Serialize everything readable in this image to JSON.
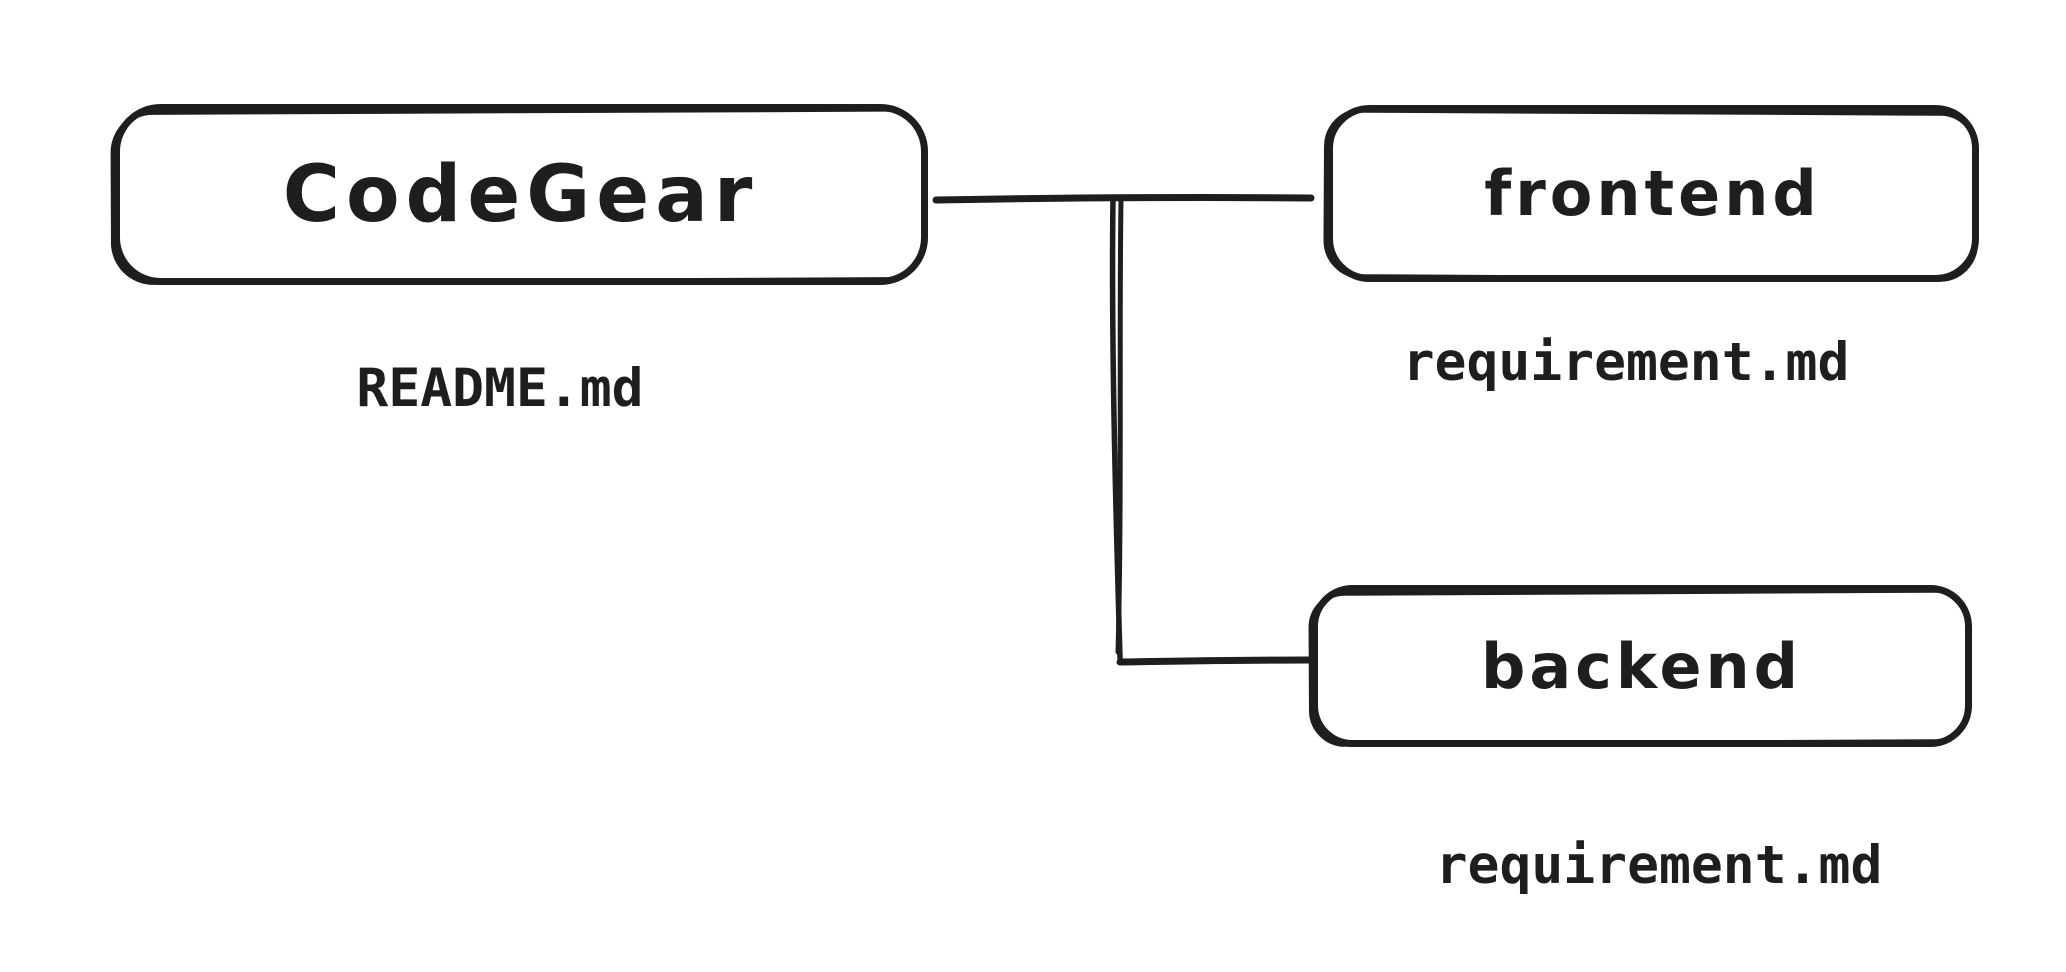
{
  "canvas": {
    "background": "#ffffff",
    "stroke_color": "#1e1e1e"
  },
  "nodes": [
    {
      "id": "codegear",
      "label": "CodeGear",
      "file": "README.md"
    },
    {
      "id": "frontend",
      "label": "frontend",
      "file": "requirement.md"
    },
    {
      "id": "backend",
      "label": "backend",
      "file": "requirement.md"
    }
  ],
  "edges": [
    {
      "from": "codegear",
      "to": "frontend"
    },
    {
      "from": "codegear",
      "to": "backend"
    }
  ]
}
